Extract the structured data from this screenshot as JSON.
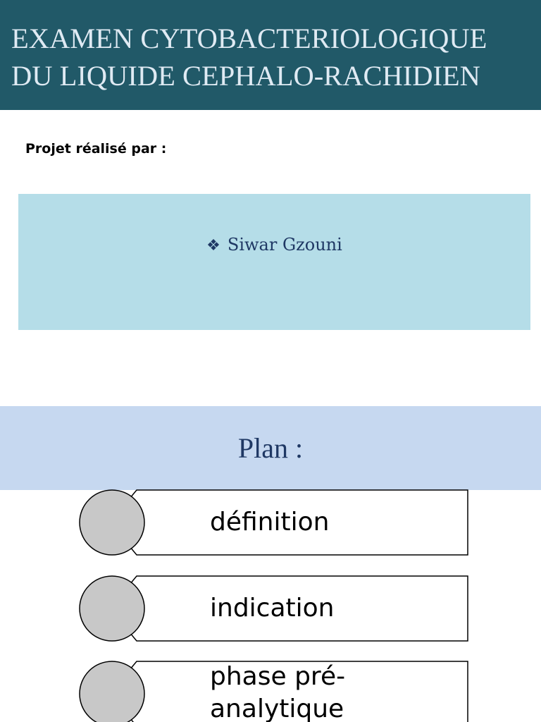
{
  "header": {
    "title_line1": "EXAMEN CYTOBACTERIOLOGIQUE",
    "title_line2": "DU LIQUIDE CEPHALO-RACHIDIEN"
  },
  "author": {
    "label": "Projet réalisé par :",
    "bullet": "❖",
    "name": "Siwar Gzouni"
  },
  "plan": {
    "title": "Plan :",
    "items": [
      {
        "label": "définition"
      },
      {
        "label": "indication"
      },
      {
        "label_line1": "phase pré-",
        "label_line2": "analytique"
      }
    ]
  },
  "colors": {
    "header_bg": "#215968",
    "author_box_bg": "#b5dde8",
    "plan_band_bg": "#c6d8f0",
    "circle_fill": "#c8c8c8"
  }
}
